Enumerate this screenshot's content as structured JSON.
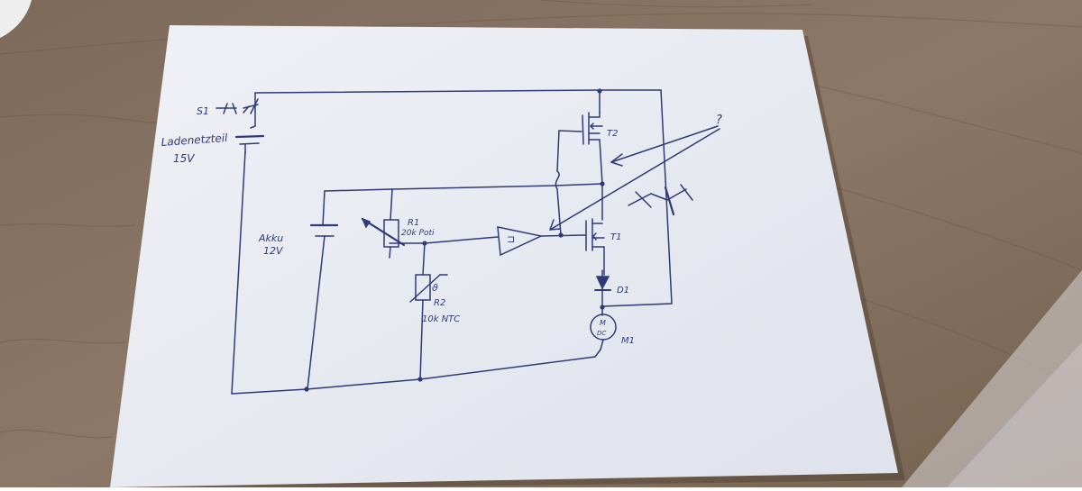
{
  "scene": {
    "surface": "wooden-table",
    "colors": {
      "wood": "#8a7564",
      "wood_dark": "#6f5d4f",
      "paper": "#eceef4",
      "ink": "#2f3a78",
      "shadow": "#5a4a3f"
    }
  },
  "labels": {
    "switch": "S1",
    "charger": "Ladenetzteil",
    "charger_voltage": "15V",
    "battery": "Akku",
    "battery_voltage": "12V",
    "pot_ref": "R1",
    "pot_value": "20k Poti",
    "ntc_ref": "R2",
    "ntc_temp": "ϑ",
    "ntc_value": "10k NTC",
    "comparator": "⊐",
    "mosfet_t2": "T2",
    "mosfet_t1": "T1",
    "diode": "D1",
    "motor_m": "M",
    "motor_dc": "DC",
    "motor_ref": "M1",
    "question": "?"
  }
}
